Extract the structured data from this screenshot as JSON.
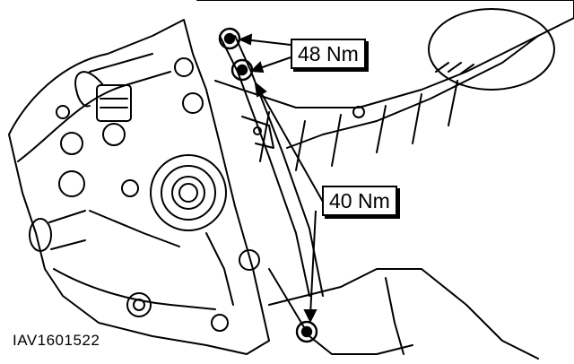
{
  "callouts": {
    "top_torque": "48 Nm",
    "bottom_torque": "40 Nm"
  },
  "figure_id": "IAV1601522"
}
